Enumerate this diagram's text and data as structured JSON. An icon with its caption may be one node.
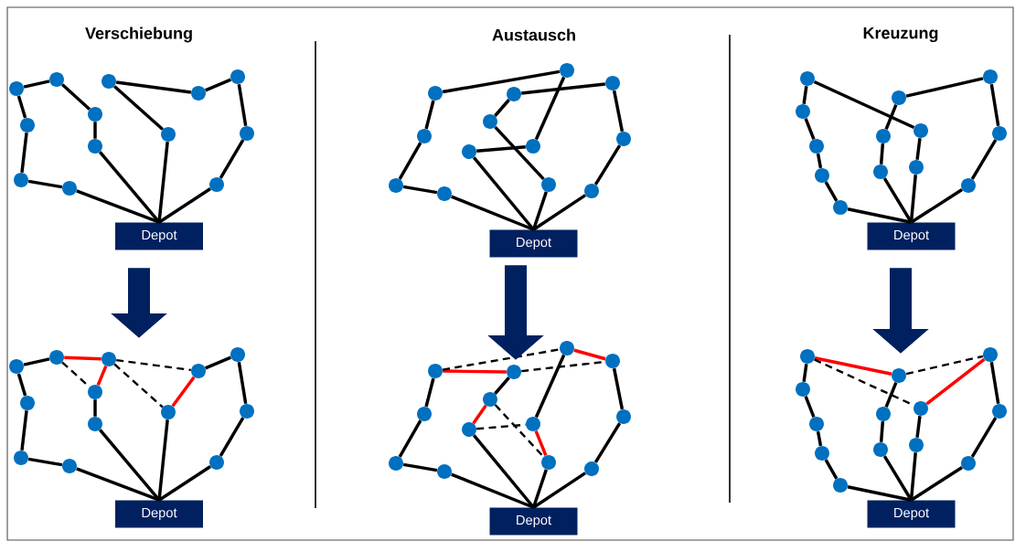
{
  "diagram": {
    "nodes": [
      {
        "text": [],
        "shape": "circle"
      },
      {
        "text": [],
        "shape": "circle"
      },
      {
        "text": [],
        "shape": "circle"
      },
      {
        "text": [],
        "shape": "circle"
      },
      {
        "text": [],
        "shape": "circle"
      },
      {
        "text": [],
        "shape": "circle"
      },
      {
        "text": [],
        "shape": "circle"
      },
      {
        "text": [],
        "shape": "circle"
      },
      {
        "text": [],
        "shape": "circle"
      },
      {
        "text": [],
        "shape": "circle"
      },
      {
        "text": [],
        "shape": "circle"
      },
      {
        "text": [],
        "shape": "circle"
      },
      {
        "text": [],
        "shape": "circle"
      },
      {
        "text": [
          "Depot"
        ]
      },
      {
        "text": [],
        "shape": "circle"
      },
      {
        "text": [],
        "shape": "circle"
      },
      {
        "text": [],
        "shape": "circle"
      },
      {
        "text": [],
        "shape": "circle"
      },
      {
        "text": [],
        "shape": "circle"
      },
      {
        "text": [],
        "shape": "circle"
      },
      {
        "text": [],
        "shape": "circle"
      },
      {
        "text": [],
        "shape": "circle"
      },
      {
        "text": [],
        "shape": "circle"
      },
      {
        "text": [],
        "shape": "circle"
      },
      {
        "text": [],
        "shape": "circle"
      },
      {
        "text": [],
        "shape": "circle"
      },
      {
        "text": [],
        "shape": "circle"
      },
      {
        "text": [
          "Depot"
        ]
      },
      {
        "text": [],
        "shape": "circle"
      },
      {
        "text": [],
        "shape": "circle"
      },
      {
        "text": [],
        "shape": "circle"
      },
      {
        "text": [],
        "shape": "circle"
      },
      {
        "text": [],
        "shape": "circle"
      },
      {
        "text": [],
        "shape": "circle"
      },
      {
        "text": [],
        "shape": "circle"
      },
      {
        "text": [],
        "shape": "circle"
      },
      {
        "text": [],
        "shape": "circle"
      },
      {
        "text": [],
        "shape": "circle"
      },
      {
        "text": [],
        "shape": "circle"
      },
      {
        "text": [],
        "shape": "circle"
      },
      {
        "text": [],
        "shape": "circle"
      },
      {
        "text": [
          "Depot"
        ]
      },
      {
        "text": [],
        "shape": "circle"
      },
      {
        "text": [],
        "shape": "circle"
      },
      {
        "text": [],
        "shape": "circle"
      },
      {
        "text": [],
        "shape": "circle"
      },
      {
        "text": [],
        "shape": "circle"
      },
      {
        "text": [],
        "shape": "circle"
      },
      {
        "text": [],
        "shape": "circle"
      },
      {
        "text": [],
        "shape": "circle"
      },
      {
        "text": [],
        "shape": "circle"
      },
      {
        "text": [],
        "shape": "circle"
      },
      {
        "text": [],
        "shape": "circle"
      },
      {
        "text": [],
        "shape": "circle"
      },
      {
        "text": [],
        "shape": "circle"
      },
      {
        "text": [
          "Depot"
        ]
      },
      {
        "text": [],
        "shape": "circle"
      },
      {
        "text": [],
        "shape": "circle"
      },
      {
        "text": [],
        "shape": "circle"
      },
      {
        "text": [],
        "shape": "circle"
      },
      {
        "text": [],
        "shape": "circle"
      },
      {
        "text": [],
        "shape": "circle"
      },
      {
        "text": [],
        "shape": "circle"
      },
      {
        "text": [],
        "shape": "circle"
      },
      {
        "text": [],
        "shape": "circle"
      },
      {
        "text": [],
        "shape": "circle"
      },
      {
        "text": [],
        "shape": "circle"
      },
      {
        "text": [],
        "shape": "circle"
      },
      {
        "text": [],
        "shape": "circle"
      },
      {
        "text": [
          "Depot"
        ]
      },
      {
        "text": [],
        "shape": "circle"
      },
      {
        "text": [],
        "shape": "circle"
      },
      {
        "text": [],
        "shape": "circle"
      },
      {
        "text": [],
        "shape": "circle"
      },
      {
        "text": [],
        "shape": "circle"
      },
      {
        "text": [],
        "shape": "circle"
      },
      {
        "text": [],
        "shape": "circle"
      },
      {
        "text": [],
        "shape": "circle"
      },
      {
        "text": [],
        "shape": "circle"
      },
      {
        "text": [],
        "shape": "circle"
      },
      {
        "text": [],
        "shape": "circle"
      },
      {
        "text": [],
        "shape": "circle"
      },
      {
        "text": [],
        "shape": "circle"
      },
      {
        "text": [
          "Depot"
        ]
      }
    ],
    "edges": [
      {
        "from": 13,
        "to": 4,
        "arrow": "none"
      },
      {
        "from": 4,
        "to": 3,
        "arrow": "none"
      },
      {
        "from": 3,
        "to": 2,
        "arrow": "none"
      },
      {
        "from": 2,
        "to": 0,
        "arrow": "none"
      },
      {
        "from": 0,
        "to": 1,
        "arrow": "none"
      },
      {
        "from": 1,
        "to": 5,
        "arrow": "none"
      },
      {
        "from": 5,
        "to": 6,
        "arrow": "none"
      },
      {
        "from": 6,
        "to": 13,
        "arrow": "none"
      },
      {
        "from": 13,
        "to": 8,
        "arrow": "none"
      },
      {
        "from": 8,
        "to": 7,
        "arrow": "none"
      },
      {
        "from": 7,
        "to": 9,
        "arrow": "none"
      },
      {
        "from": 9,
        "to": 10,
        "arrow": "none"
      },
      {
        "from": 10,
        "to": 11,
        "arrow": "none"
      },
      {
        "from": 11,
        "to": 12,
        "arrow": "none"
      },
      {
        "from": 12,
        "to": 13,
        "arrow": "none"
      },
      {
        "from": 17,
        "to": 27,
        "arrow": "none"
      },
      {
        "from": 17,
        "to": 16,
        "arrow": "none"
      },
      {
        "from": 16,
        "to": 15,
        "arrow": "none"
      },
      {
        "from": 15,
        "to": 14,
        "arrow": "none"
      },
      {
        "from": 14,
        "to": 18,
        "arrow": "none"
      },
      {
        "from": 18,
        "to": 23,
        "arrow": "none"
      },
      {
        "from": 23,
        "to": 22,
        "arrow": "none"
      },
      {
        "from": 22,
        "to": 27,
        "arrow": "none"
      },
      {
        "from": 24,
        "to": 27,
        "arrow": "none"
      },
      {
        "from": 24,
        "to": 21,
        "arrow": "none"
      },
      {
        "from": 21,
        "to": 20,
        "arrow": "none"
      },
      {
        "from": 20,
        "to": 19,
        "arrow": "none"
      },
      {
        "from": 19,
        "to": 25,
        "arrow": "none"
      },
      {
        "from": 25,
        "to": 26,
        "arrow": "none"
      },
      {
        "from": 26,
        "to": 27,
        "arrow": "none"
      },
      {
        "from": 32,
        "to": 41,
        "arrow": "none"
      },
      {
        "from": 32,
        "to": 31,
        "arrow": "none"
      },
      {
        "from": 31,
        "to": 30,
        "arrow": "none"
      },
      {
        "from": 30,
        "to": 29,
        "arrow": "none"
      },
      {
        "from": 29,
        "to": 28,
        "arrow": "none"
      },
      {
        "from": 28,
        "to": 36,
        "arrow": "none"
      },
      {
        "from": 36,
        "to": 37,
        "arrow": "none"
      },
      {
        "from": 37,
        "to": 41,
        "arrow": "none"
      },
      {
        "from": 35,
        "to": 41,
        "arrow": "none"
      },
      {
        "from": 35,
        "to": 34,
        "arrow": "none"
      },
      {
        "from": 34,
        "to": 33,
        "arrow": "none"
      },
      {
        "from": 33,
        "to": 38,
        "arrow": "none"
      },
      {
        "from": 38,
        "to": 39,
        "arrow": "none"
      },
      {
        "from": 39,
        "to": 40,
        "arrow": "none"
      },
      {
        "from": 40,
        "to": 41,
        "arrow": "none"
      },
      {
        "from": 42,
        "to": 43,
        "arrow": "none"
      },
      {
        "from": 47,
        "to": 48,
        "arrow": "none"
      },
      {
        "from": 48,
        "to": 55,
        "arrow": "none"
      },
      {
        "from": 51,
        "to": 52,
        "arrow": "none"
      },
      {
        "from": 52,
        "to": 53,
        "arrow": "none"
      },
      {
        "from": 53,
        "to": 54,
        "arrow": "none"
      },
      {
        "from": 54,
        "to": 55,
        "arrow": "none"
      },
      {
        "from": 50,
        "to": 55,
        "arrow": "none"
      },
      {
        "from": 44,
        "to": 42,
        "arrow": "none"
      },
      {
        "from": 45,
        "to": 44,
        "arrow": "none"
      },
      {
        "from": 46,
        "to": 45,
        "arrow": "none"
      },
      {
        "from": 46,
        "to": 55,
        "arrow": "none"
      },
      {
        "from": 43,
        "to": 49,
        "arrow": "none",
        "color": "#ff0000"
      },
      {
        "from": 49,
        "to": 47,
        "arrow": "none",
        "color": "#ff0000"
      },
      {
        "from": 50,
        "to": 51,
        "arrow": "none",
        "color": "#ff0000"
      },
      {
        "from": 43,
        "to": 47,
        "arrow": "none",
        "style": "dashed"
      },
      {
        "from": 49,
        "to": 51,
        "arrow": "none",
        "style": "dashed"
      },
      {
        "from": 49,
        "to": 50,
        "arrow": "none",
        "style": "dashed"
      },
      {
        "from": 58,
        "to": 57,
        "arrow": "none"
      },
      {
        "from": 57,
        "to": 56,
        "arrow": "none"
      },
      {
        "from": 59,
        "to": 58,
        "arrow": "none"
      },
      {
        "from": 59,
        "to": 69,
        "arrow": "none"
      },
      {
        "from": 64,
        "to": 69,
        "arrow": "none"
      },
      {
        "from": 66,
        "to": 69,
        "arrow": "none"
      },
      {
        "from": 60,
        "to": 65,
        "arrow": "none"
      },
      {
        "from": 62,
        "to": 63,
        "arrow": "none"
      },
      {
        "from": 61,
        "to": 67,
        "arrow": "none"
      },
      {
        "from": 67,
        "to": 68,
        "arrow": "none"
      },
      {
        "from": 68,
        "to": 69,
        "arrow": "none"
      },
      {
        "from": 56,
        "to": 62,
        "arrow": "none",
        "color": "#ff0000"
      },
      {
        "from": 60,
        "to": 61,
        "arrow": "none",
        "color": "#ff0000"
      },
      {
        "from": 63,
        "to": 64,
        "arrow": "none",
        "color": "#ff0000"
      },
      {
        "from": 65,
        "to": 66,
        "arrow": "none",
        "color": "#ff0000"
      },
      {
        "from": 56,
        "to": 60,
        "arrow": "none",
        "style": "dashed"
      },
      {
        "from": 62,
        "to": 61,
        "arrow": "none",
        "style": "dashed"
      },
      {
        "from": 64,
        "to": 65,
        "arrow": "none",
        "style": "dashed"
      },
      {
        "from": 63,
        "to": 66,
        "arrow": "none",
        "style": "dashed"
      },
      {
        "from": 74,
        "to": 83,
        "arrow": "none"
      },
      {
        "from": 74,
        "to": 73,
        "arrow": "none"
      },
      {
        "from": 73,
        "to": 72,
        "arrow": "none"
      },
      {
        "from": 72,
        "to": 71,
        "arrow": "none"
      },
      {
        "from": 71,
        "to": 70,
        "arrow": "none"
      },
      {
        "from": 78,
        "to": 79,
        "arrow": "none"
      },
      {
        "from": 79,
        "to": 83,
        "arrow": "none"
      },
      {
        "from": 77,
        "to": 83,
        "arrow": "none"
      },
      {
        "from": 77,
        "to": 76,
        "arrow": "none"
      },
      {
        "from": 76,
        "to": 75,
        "arrow": "none"
      },
      {
        "from": 80,
        "to": 81,
        "arrow": "none"
      },
      {
        "from": 81,
        "to": 82,
        "arrow": "none"
      },
      {
        "from": 82,
        "to": 83,
        "arrow": "none"
      },
      {
        "from": 70,
        "to": 75,
        "arrow": "none",
        "color": "#ff0000"
      },
      {
        "from": 78,
        "to": 80,
        "arrow": "none",
        "color": "#ff0000"
      },
      {
        "from": 70,
        "to": 78,
        "arrow": "none",
        "style": "dashed"
      },
      {
        "from": 75,
        "to": 80,
        "arrow": "none",
        "style": "dashed"
      },
      {
        "from": 13,
        "to": 49,
        "arrow": "to",
        "style": "thick",
        "color": "#002060"
      },
      {
        "from": 27,
        "to": 62,
        "arrow": "to",
        "style": "thick",
        "color": "#002060"
      },
      {
        "from": 41,
        "to": 75,
        "arrow": "to",
        "style": "thick",
        "color": "#002060"
      }
    ],
    "labels": [
      "Verschiebung",
      "Austausch",
      "Kreuzung"
    ]
  }
}
